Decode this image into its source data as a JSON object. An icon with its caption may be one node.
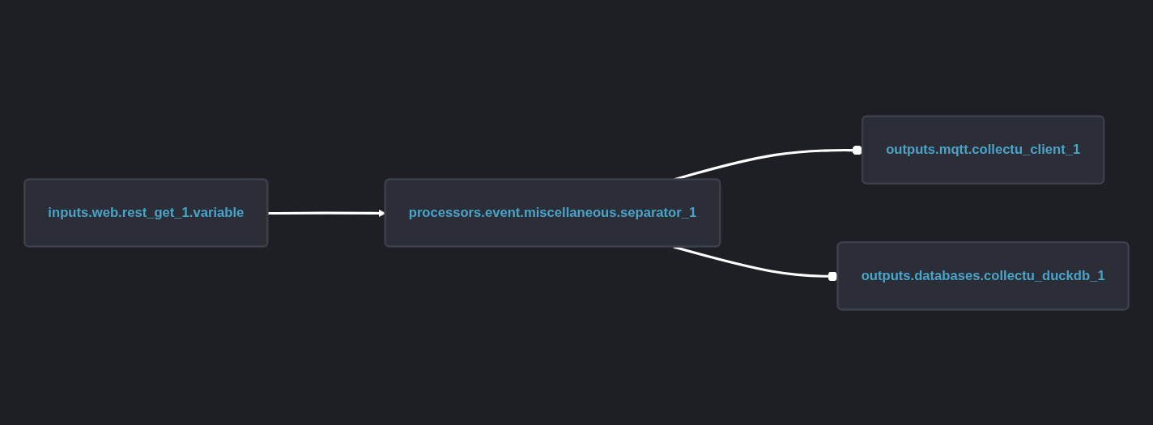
{
  "diagram": {
    "nodes": [
      {
        "text": [
          "inputs.web.rest_get_1.variable"
        ]
      },
      {
        "text": [
          "processors.event.miscellaneous.separator_1"
        ]
      },
      {
        "text": [
          "outputs.mqtt.collectu_client_1"
        ]
      },
      {
        "text": [
          "outputs.databases.collectu_duckdb_1"
        ]
      }
    ],
    "edges": [
      {
        "from": 0,
        "to": 1,
        "arrow": "to"
      },
      {
        "from": 1,
        "to": 2,
        "arrow": "other"
      },
      {
        "from": 1,
        "to": 3,
        "arrow": "other"
      }
    ]
  }
}
